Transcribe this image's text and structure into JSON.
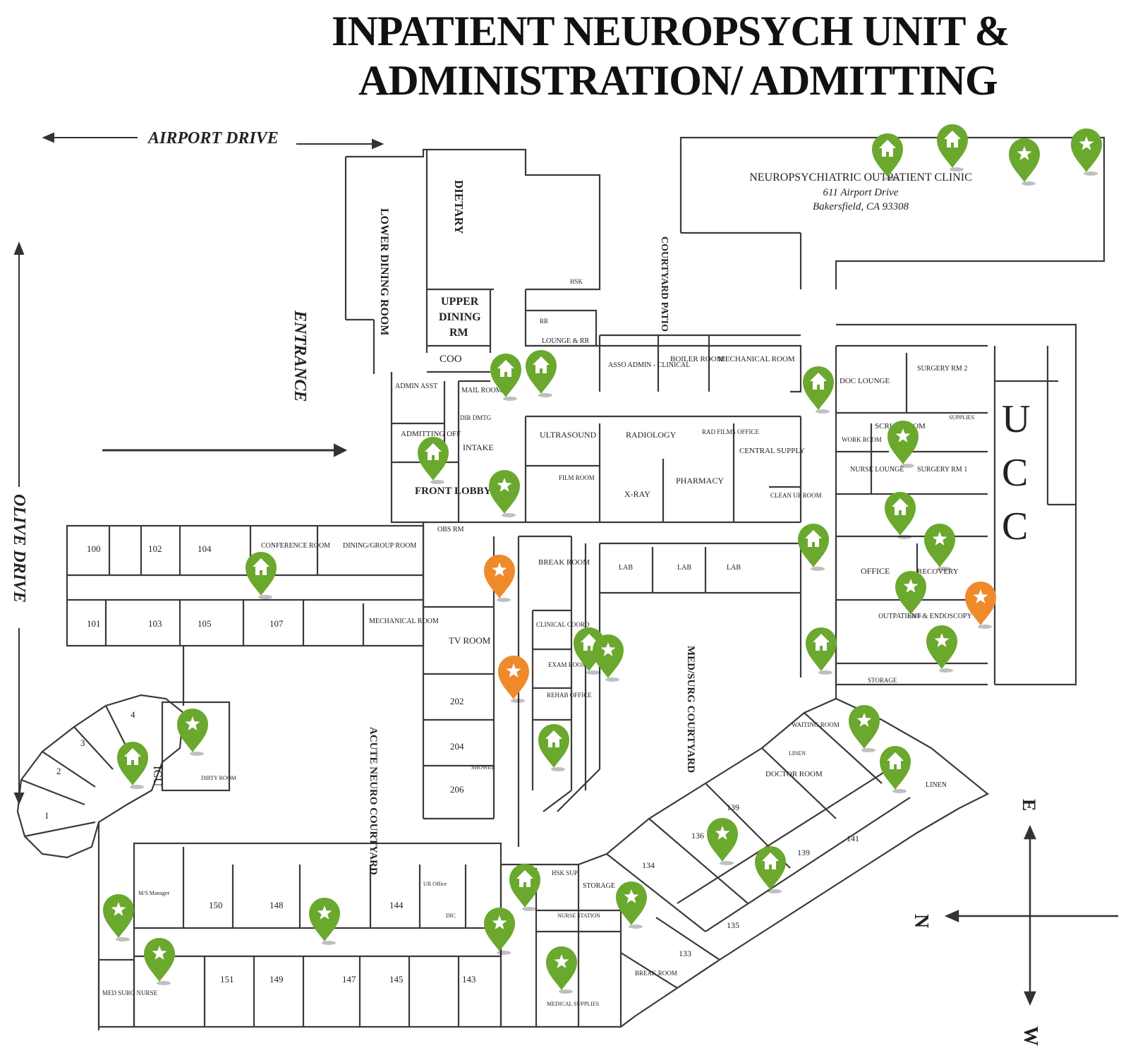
{
  "title": {
    "line1": "INPATIENT NEUROPSYCH UNIT &",
    "line2": "ADMINISTRATION/ ADMITTING"
  },
  "colors": {
    "marker_green": "#6aa82e",
    "marker_orange": "#ef8a2b",
    "wall": "#3a3a3a",
    "text": "#222222"
  },
  "streets": {
    "airport": "AIRPORT DRIVE",
    "olive": "OLIVE DRIVE",
    "entrance": "ENTRANCE"
  },
  "clinic": {
    "name": "NEUROPSYCHIATRIC OUTPATIENT CLINIC",
    "address1": "611 Airport Drive",
    "address2": "Bakersfield, CA 93308"
  },
  "compass": {
    "n": "N",
    "e": "E",
    "w": "W"
  },
  "ucc": [
    "U",
    "C",
    "C"
  ],
  "rooms": [
    "LOWER DINING ROOM",
    "DIETARY",
    "HSK",
    "UPPER",
    "DINING",
    "RM",
    "COO",
    "ADMIN ASST",
    "MAIL ROOM",
    "DIR DMTG",
    "ADMITTING OFF",
    "INTAKE",
    "FRONT LOBBY",
    "RR",
    "LOUNGE & RR",
    "ASSO ADMIN - CLINICAL",
    "BOILER ROOM",
    "MECHANICAL ROOM",
    "ULTRASOUND",
    "RADIOLOGY",
    "RAD FILMS OFFICE",
    "CENTRAL SUPPLY",
    "FILM ROOM",
    "X-RAY",
    "PHARMACY",
    "CLEAN UP ROOM",
    "COURTYARD PATIO",
    "DOC LOUNGE",
    "SURGERY RM 2",
    "SUPPLIES",
    "SCRUB ROOM",
    "WORK ROOM",
    "NURSE LOUNGE",
    "SURGERY RM 1",
    "OFFICE",
    "RECOVERY",
    "OUTPATIENT & ENDOSCOPY",
    "STORAGE",
    "100",
    "102",
    "104",
    "CONFERENCE ROOM",
    "DINING/GROUP ROOM",
    "OBS RM",
    "BREAK ROOM",
    "LAB",
    "101",
    "103",
    "105",
    "107",
    "MECHANICAL ROOM",
    "TV ROOM",
    "CLINICAL COORD",
    "EXAM ROOM",
    "REHAB OFFICE",
    "202",
    "204",
    "206",
    "SHOWER",
    "MED/SURG COURTYARD",
    "ACUTE NEURO COURTYARD",
    "ICU",
    "DIRTY ROOM",
    "1",
    "2",
    "3",
    "4",
    "WAITING ROOM",
    "LINEN",
    "DOCTOR ROOM",
    "139",
    "136",
    "134",
    "141",
    "135",
    "133",
    "BREAK ROOM",
    "M/S Manager",
    "150",
    "148",
    "144",
    "UR Office",
    "DIC",
    "HSK SUP",
    "STORAGE",
    "NURSE STATION",
    "151",
    "149",
    "147",
    "145",
    "143",
    "MED SURG NURSE",
    "MEDICAL SUPPLIES"
  ],
  "markers": [
    {
      "icon": "home-icon",
      "color": "green",
      "lon": 1258,
      "lat": 225
    },
    {
      "icon": "home-icon",
      "color": "green",
      "lon": 1350,
      "lat": 212
    },
    {
      "icon": "star-icon",
      "color": "green",
      "lon": 1452,
      "lat": 232
    },
    {
      "icon": "star-icon",
      "color": "green",
      "lon": 1540,
      "lat": 218
    },
    {
      "icon": "home-icon",
      "color": "green",
      "lon": 717,
      "lat": 537
    },
    {
      "icon": "home-icon",
      "color": "green",
      "lon": 767,
      "lat": 532
    },
    {
      "icon": "home-icon",
      "color": "green",
      "lon": 1160,
      "lat": 555
    },
    {
      "icon": "home-icon",
      "color": "green",
      "lon": 614,
      "lat": 655
    },
    {
      "icon": "star-icon",
      "color": "green",
      "lon": 715,
      "lat": 702
    },
    {
      "icon": "star-icon",
      "color": "green",
      "lon": 1280,
      "lat": 632
    },
    {
      "icon": "home-icon",
      "color": "green",
      "lon": 1276,
      "lat": 733
    },
    {
      "icon": "home-icon",
      "color": "green",
      "lon": 1153,
      "lat": 778
    },
    {
      "icon": "star-icon",
      "color": "green",
      "lon": 1332,
      "lat": 778
    },
    {
      "icon": "home-icon",
      "color": "green",
      "lon": 370,
      "lat": 818
    },
    {
      "icon": "star-icon",
      "color": "orange",
      "lon": 708,
      "lat": 822
    },
    {
      "icon": "star-icon",
      "color": "green",
      "lon": 1291,
      "lat": 845
    },
    {
      "icon": "star-icon",
      "color": "orange",
      "lon": 1390,
      "lat": 860
    },
    {
      "icon": "home-icon",
      "color": "green",
      "lon": 835,
      "lat": 925
    },
    {
      "icon": "star-icon",
      "color": "green",
      "lon": 862,
      "lat": 935
    },
    {
      "icon": "home-icon",
      "color": "green",
      "lon": 1164,
      "lat": 925
    },
    {
      "icon": "star-icon",
      "color": "green",
      "lon": 1335,
      "lat": 922
    },
    {
      "icon": "star-icon",
      "color": "orange",
      "lon": 728,
      "lat": 965
    },
    {
      "icon": "star-icon",
      "color": "green",
      "lon": 273,
      "lat": 1040
    },
    {
      "icon": "home-icon",
      "color": "green",
      "lon": 188,
      "lat": 1087
    },
    {
      "icon": "home-icon",
      "color": "green",
      "lon": 785,
      "lat": 1062
    },
    {
      "icon": "star-icon",
      "color": "green",
      "lon": 1225,
      "lat": 1035
    },
    {
      "icon": "home-icon",
      "color": "green",
      "lon": 1269,
      "lat": 1093
    },
    {
      "icon": "star-icon",
      "color": "green",
      "lon": 1024,
      "lat": 1195
    },
    {
      "icon": "home-icon",
      "color": "green",
      "lon": 1092,
      "lat": 1235
    },
    {
      "icon": "home-icon",
      "color": "green",
      "lon": 744,
      "lat": 1260
    },
    {
      "icon": "star-icon",
      "color": "green",
      "lon": 895,
      "lat": 1285
    },
    {
      "icon": "star-icon",
      "color": "green",
      "lon": 168,
      "lat": 1303
    },
    {
      "icon": "star-icon",
      "color": "green",
      "lon": 460,
      "lat": 1308
    },
    {
      "icon": "star-icon",
      "color": "green",
      "lon": 708,
      "lat": 1322
    },
    {
      "icon": "star-icon",
      "color": "green",
      "lon": 226,
      "lat": 1365
    },
    {
      "icon": "star-icon",
      "color": "green",
      "lon": 796,
      "lat": 1377
    }
  ]
}
